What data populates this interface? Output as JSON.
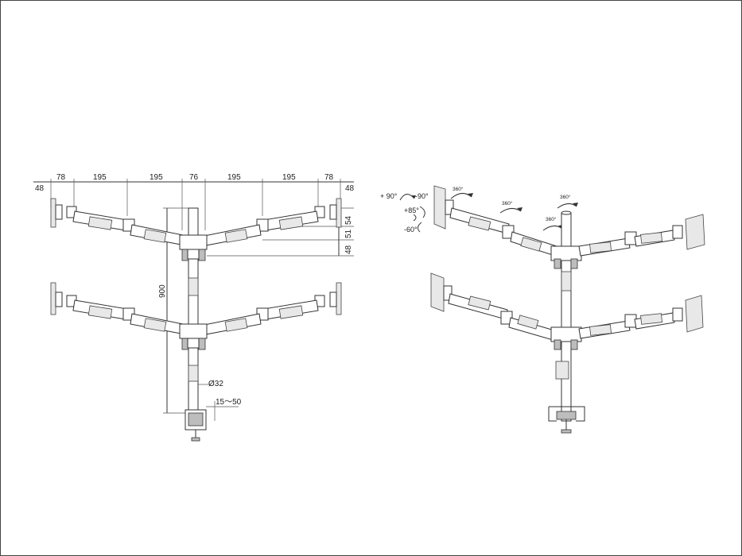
{
  "front_view": {
    "top_dims": [
      "48",
      "78",
      "195",
      "195",
      "76",
      "195",
      "195",
      "78",
      "48"
    ],
    "right_dims": [
      "54",
      "51",
      "48"
    ],
    "height_dim": "900",
    "pole_diameter": "Ø32",
    "clamp_range": "15～50"
  },
  "perspective_view": {
    "tilt_up": "+ 90°",
    "tilt_down": "-90°",
    "swivel_up": "+85°",
    "swivel_down": "-60°",
    "rotation_labels": [
      "360°",
      "360°",
      "360°",
      "360°"
    ]
  }
}
